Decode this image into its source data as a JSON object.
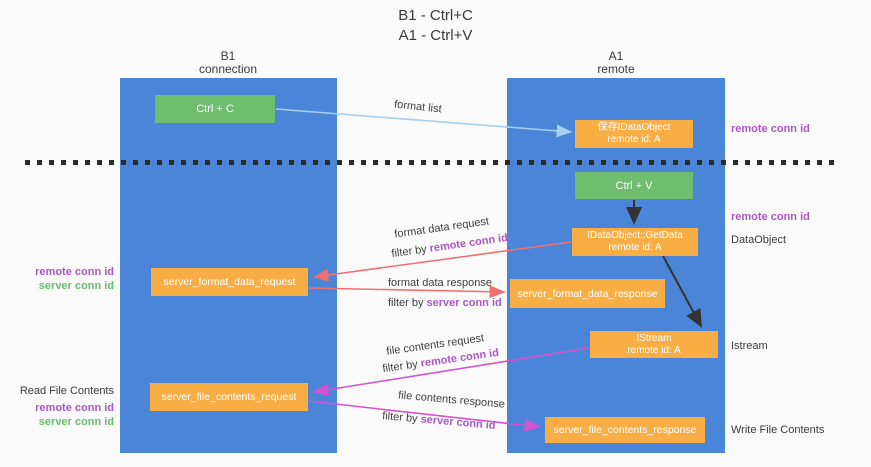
{
  "title": {
    "line1": "B1 - Ctrl+C",
    "line2": "A1 - Ctrl+V"
  },
  "lifelines": {
    "left": {
      "name": "B1",
      "role": "connection"
    },
    "right": {
      "name": "A1",
      "role": "remote"
    }
  },
  "nodes": {
    "ctrl_c": {
      "label": "Ctrl + C"
    },
    "ctrl_v": {
      "label": "Ctrl + V"
    },
    "save_idataobject": {
      "line1": "保存IDataObject",
      "line2": "remote id: A"
    },
    "getdata": {
      "line1": "IDataObject::GetData",
      "line2": "remote id: A"
    },
    "istream": {
      "line1": "IStream",
      "line2": "remote id: A"
    },
    "format_request": {
      "label": "server_format_data_request"
    },
    "format_response": {
      "label": "server_format_data_response"
    },
    "file_request": {
      "label": "server_file_contents_request"
    },
    "file_response": {
      "label": "server_file_contents_response"
    }
  },
  "flow_labels": {
    "format_list": "format list",
    "format_data_request": "format data request",
    "format_data_response": "format data response",
    "file_contents_request": "file contents request",
    "file_contents_response": "file contents response",
    "filter_by": "filter by",
    "remote_conn_id": "remote conn id",
    "server_conn_id": "server conn id"
  },
  "side_labels": {
    "remote_conn_id": "remote conn id",
    "server_conn_id": "server conn id",
    "dataobject": "DataObject",
    "istream": "Istream",
    "read_file_contents": "Read File Contents",
    "write_file_contents": "Write File Contents"
  },
  "colors": {
    "background": "#FAFAFA",
    "column_blue": "#4A85D8",
    "box_green": "#6FBE70",
    "box_orange": "#F9AE45",
    "arrow_light_blue": "#A5CEF0",
    "arrow_red": "#ED7173",
    "arrow_magenta": "#D553CE",
    "arrow_black": "#333333",
    "label_purple": "#AB57C5",
    "label_green": "#67BE6C",
    "text_dark": "#3B3B3B"
  }
}
